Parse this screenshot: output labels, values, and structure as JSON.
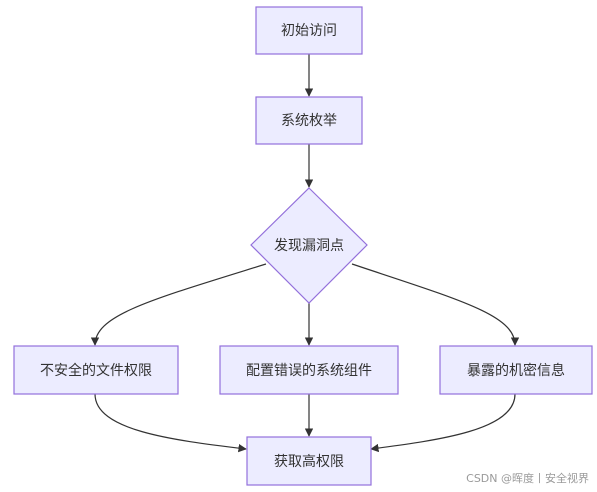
{
  "diagram": {
    "nodes": {
      "start": "初始访问",
      "enum": "系统枚举",
      "vuln": "发现漏洞点",
      "perm": "不安全的文件权限",
      "misconf": "配置错误的系统组件",
      "leak": "暴露的机密信息",
      "priv": "获取高权限"
    },
    "edges": [
      {
        "from": "start",
        "to": "enum"
      },
      {
        "from": "enum",
        "to": "vuln"
      },
      {
        "from": "vuln",
        "to": "perm"
      },
      {
        "from": "vuln",
        "to": "misconf"
      },
      {
        "from": "vuln",
        "to": "leak"
      },
      {
        "from": "perm",
        "to": "priv"
      },
      {
        "from": "misconf",
        "to": "priv"
      },
      {
        "from": "leak",
        "to": "priv"
      }
    ],
    "colors": {
      "fill": "#ECECFF",
      "stroke": "#9370DB",
      "edge": "#333333",
      "text": "#333333"
    }
  },
  "watermark": "CSDN @晖度丨安全视界"
}
